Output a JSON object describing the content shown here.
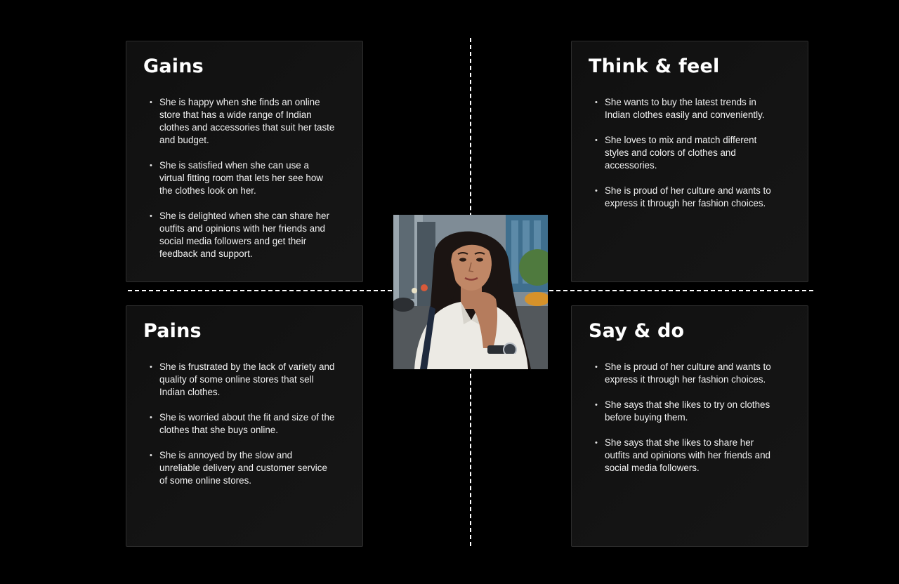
{
  "quadrants": {
    "gains": {
      "title": "Gains",
      "items": [
        "She is happy when she finds an online store that has a wide range of Indian clothes and accessories that suit her taste and budget.",
        "She is satisfied when she can use a virtual fitting room that lets her see how the clothes look on her.",
        "She is delighted when she can share her outfits and opinions with her friends and social media followers and get their feedback and support."
      ]
    },
    "think_feel": {
      "title": "Think & feel",
      "items": [
        "She wants to buy the latest trends in Indian clothes easily and conveniently.",
        "She loves to mix and match different styles and colors of clothes and accessories.",
        "She is proud of her culture and wants to express it through her fashion choices."
      ]
    },
    "pains": {
      "title": "Pains",
      "items": [
        "She is frustrated by the lack of variety and quality of some online stores that sell Indian clothes.",
        "She is worried about the fit and size of the clothes that she buys online.",
        "She is annoyed by the slow and unreliable delivery and customer service of some online stores."
      ]
    },
    "say_do": {
      "title": "Say & do",
      "items": [
        "She is proud of her culture and wants to express it through her fashion choices.",
        "She says that she likes to try on clothes before buying them.",
        "She says that she likes to share her outfits and opinions with her friends and social media followers."
      ]
    }
  },
  "colors": {
    "background": "#000000",
    "card": "#121212",
    "card_border": "#2e2e2e",
    "text": "#ffffff",
    "divider": "#ffffff"
  },
  "portrait": {
    "icon": "persona-photo"
  }
}
